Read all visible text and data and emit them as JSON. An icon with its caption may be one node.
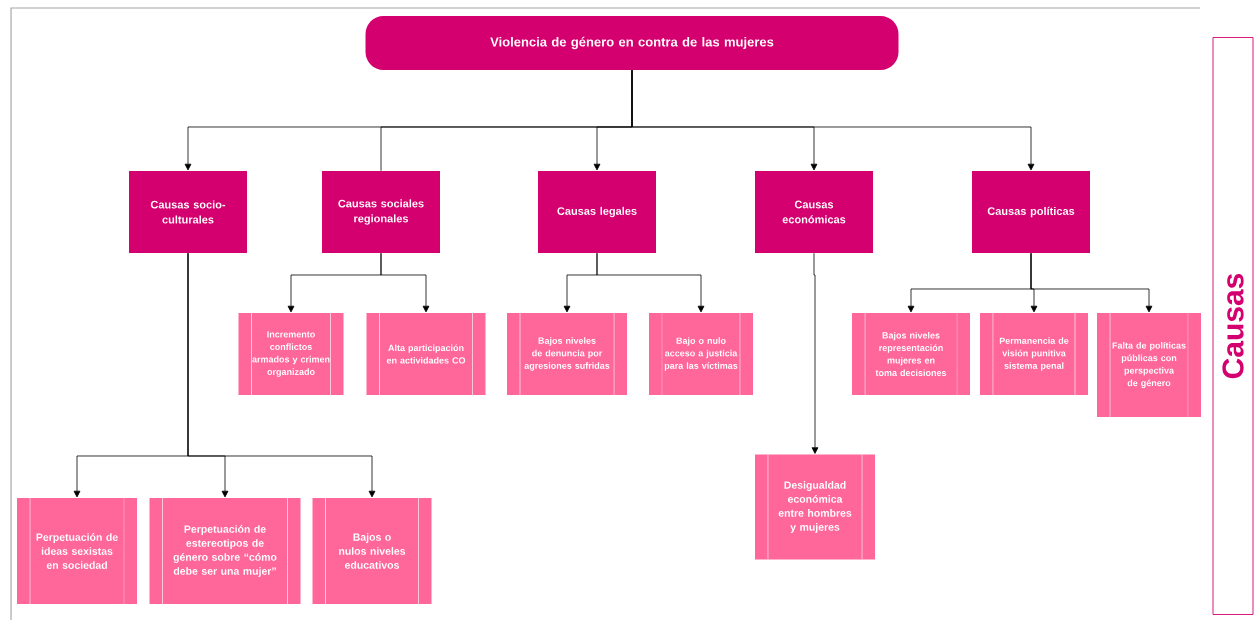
{
  "diagram": {
    "nodes": [
      {
        "text": [
          "Violencia de género en contra de las mujeres"
        ]
      },
      {
        "text": [
          "Causas socio-culturales"
        ]
      },
      {
        "text": [
          "Causas sociales regionales"
        ]
      },
      {
        "text": [
          "Causas legales"
        ]
      },
      {
        "text": [
          "Causas económicas"
        ]
      },
      {
        "text": [
          "Causas políticas"
        ]
      },
      {
        "text": [
          "Incremento conflictos armados y crimen organizado"
        ]
      },
      {
        "text": [
          "Alta participación en actividades CO"
        ]
      },
      {
        "text": [
          "Bajos niveles de denuncia por agresiones sufridas"
        ]
      },
      {
        "text": [
          "Bajo o nulo acceso a justicia para las víctimas"
        ]
      },
      {
        "text": [
          "Bajos niveles representación mujeres en toma decisiones"
        ]
      },
      {
        "text": [
          "Permanencia de visión punitiva sistema penal"
        ]
      },
      {
        "text": [
          "Falta de políticas públicas con perspectiva de género"
        ]
      },
      {
        "text": [
          "Desigualdad económica entre hombres y mujeres"
        ]
      },
      {
        "text": [
          "Perpetuación de ideas sexistas en sociedad"
        ]
      },
      {
        "text": [
          "Perpetuación de estereotipos de género sobre “cómo debe ser una mujer”"
        ]
      },
      {
        "text": [
          "Bajos o nulos niveles educativos"
        ]
      },
      {
        "text": [
          "Causas"
        ]
      }
    ],
    "edges": [
      {
        "from": 0,
        "to": 1,
        "arrow": "to"
      },
      {
        "from": 0,
        "to": 2,
        "arrow": "none"
      },
      {
        "from": 0,
        "to": 3,
        "arrow": "to"
      },
      {
        "from": 0,
        "to": 4,
        "arrow": "to"
      },
      {
        "from": 0,
        "to": 5,
        "arrow": "to"
      },
      {
        "from": 2,
        "to": 6,
        "arrow": "to"
      },
      {
        "from": 2,
        "to": 7,
        "arrow": "to"
      },
      {
        "from": 3,
        "to": 8,
        "arrow": "to"
      },
      {
        "from": 3,
        "to": 9,
        "arrow": "to"
      },
      {
        "from": 4,
        "to": 13,
        "arrow": "to"
      },
      {
        "from": 5,
        "to": 10,
        "arrow": "to"
      },
      {
        "from": 5,
        "to": 11,
        "arrow": "to"
      },
      {
        "from": 5,
        "to": 12,
        "arrow": "to"
      },
      {
        "from": 1,
        "to": 14,
        "arrow": "to"
      },
      {
        "from": 1,
        "to": 15,
        "arrow": "to"
      },
      {
        "from": 1,
        "to": 16,
        "arrow": "to"
      }
    ]
  }
}
